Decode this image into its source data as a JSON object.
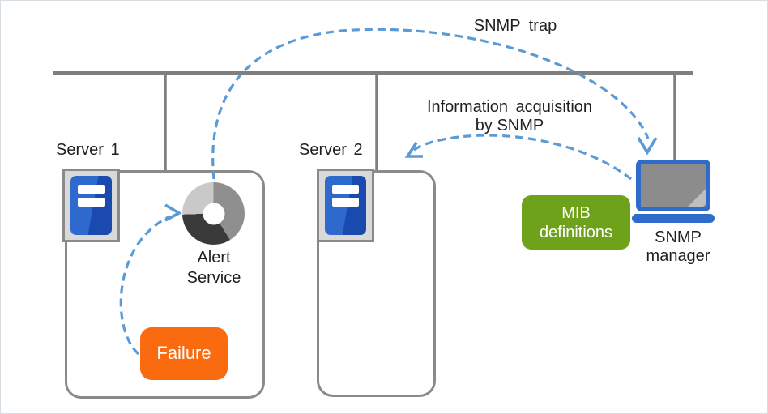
{
  "diagram": {
    "annotations": {
      "snmp_trap": "SNMP trap",
      "info_acquisition_line1": "Information acquisition",
      "info_acquisition_line2": "by SNMP"
    },
    "server1": {
      "label": "Server 1",
      "alert_service_line1": "Alert",
      "alert_service_line2": "Service",
      "failure_label": "Failure"
    },
    "server2": {
      "label": "Server 2"
    },
    "manager": {
      "mib_line1": "MIB",
      "mib_line2": "definitions",
      "name_line1": "SNMP",
      "name_line2": "manager"
    },
    "colors": {
      "arrow_blue": "#5b9bd5",
      "network_line_gray": "#7f7f7f",
      "box_border_gray": "#8a8a8a",
      "failure_orange": "#fa6a0e",
      "mib_green": "#6fa21b",
      "laptop_blue": "#2e6bcb",
      "server_tower_blue": "#1e51b0",
      "donut_light_gray": "#c9c9c9",
      "donut_mid_gray": "#8f8f8f",
      "donut_dark_gray": "#3a3a3a"
    }
  }
}
